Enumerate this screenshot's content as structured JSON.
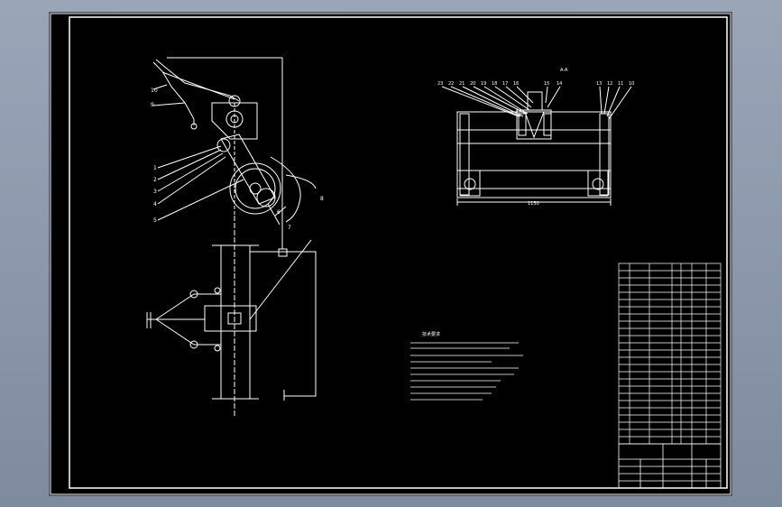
{
  "drawing": {
    "background": "#000000",
    "line_color": "#ffffff",
    "section_label": "A-A",
    "dim_width": "1150",
    "tech_title": "技术要求",
    "callouts_top_left": [
      "10",
      "9",
      "1",
      "2",
      "3",
      "4",
      "5",
      "6",
      "7",
      "8"
    ],
    "callouts_top_right": [
      "23",
      "22",
      "21",
      "20",
      "19",
      "18",
      "17",
      "16",
      "15",
      "14",
      "13",
      "12",
      "11",
      "10"
    ]
  }
}
